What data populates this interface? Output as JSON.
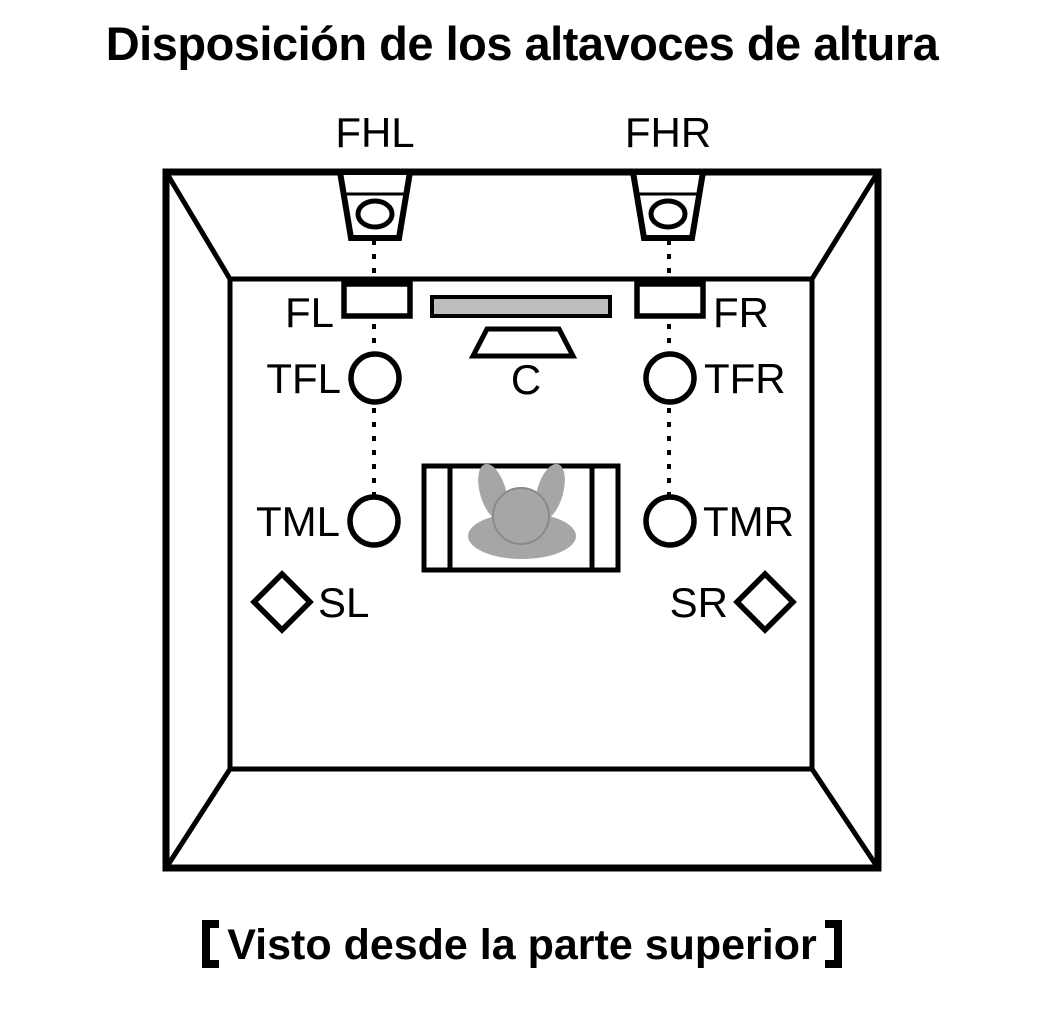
{
  "title": "Disposición de los altavoces de altura",
  "caption": {
    "open_bracket": "【",
    "text": "Visto desde la parte superior",
    "close_bracket": "】"
  },
  "speakers": {
    "fhl": "FHL",
    "fhr": "FHR",
    "fl": "FL",
    "fr": "FR",
    "tfl": "TFL",
    "tfr": "TFR",
    "c": "C",
    "tml": "TML",
    "tmr": "TMR",
    "sl": "SL",
    "sr": "SR"
  },
  "colors": {
    "line": "#000000",
    "background": "#ffffff",
    "tv_fill": "#bdbdbd",
    "person_fill": "#a6a6a6"
  }
}
